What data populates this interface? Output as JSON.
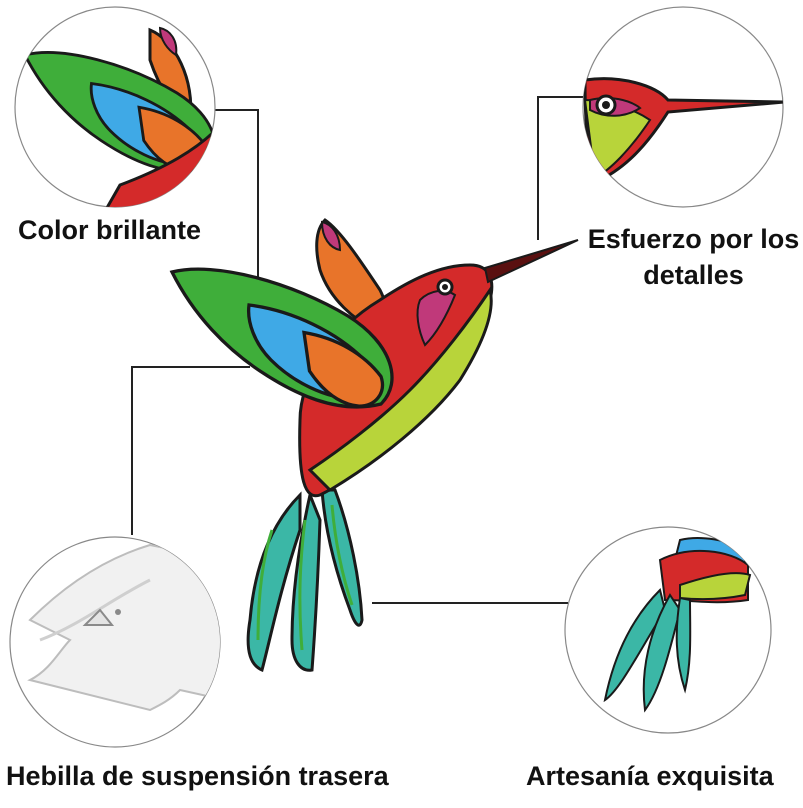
{
  "features": {
    "color": "Color brillante",
    "detail": "Esfuerzo por los detalles",
    "buckle": "Hebilla de suspensión trasera",
    "craft": "Artesanía exquisita"
  },
  "colors": {
    "red": "#d42a2a",
    "green": "#3fae3a",
    "lime": "#b8d43a",
    "blue": "#3fa9e6",
    "orange": "#e8742a",
    "teal": "#3bb7a6",
    "magenta": "#c0397a",
    "outline": "#1a1a1a"
  },
  "icons": [
    "hummingbird-icon",
    "wing-closeup",
    "beak-closeup",
    "back-buckle-closeup",
    "tail-closeup"
  ]
}
